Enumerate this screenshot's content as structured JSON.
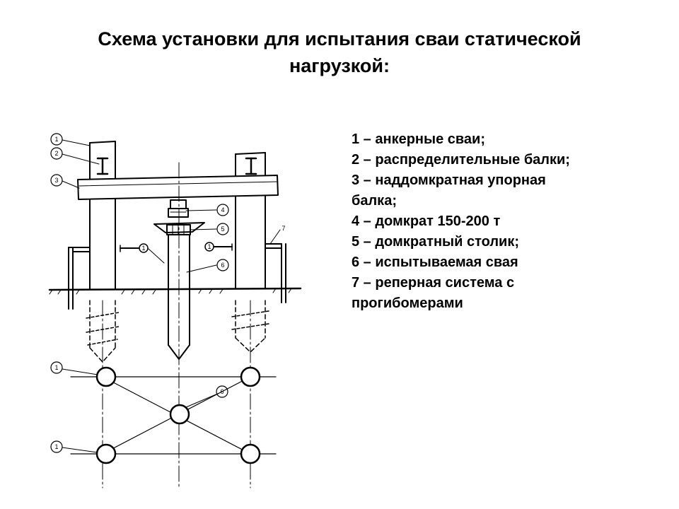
{
  "title": {
    "line1": "Схема установки для испытания сваи статической",
    "line2": "нагрузкой:"
  },
  "legend": [
    "1 – анкерные сваи;",
    "2 – распределительные балки;",
    "3 – наддомкратная упорная",
    "балка;",
    "4 – домкрат 150-200 т",
    "5 – домкратный столик;",
    "6 – испытываемая свая",
    "7 – реперная система с",
    "прогибомерами"
  ],
  "diagram": {
    "callouts": {
      "c1": "1",
      "c2": "2",
      "c3": "3",
      "c4": "4",
      "c5": "5",
      "c6": "6",
      "c7": "7",
      "c1a": "1",
      "c1b": "1",
      "c6p": "6",
      "c1p": "1",
      "c1p2": "1"
    }
  }
}
